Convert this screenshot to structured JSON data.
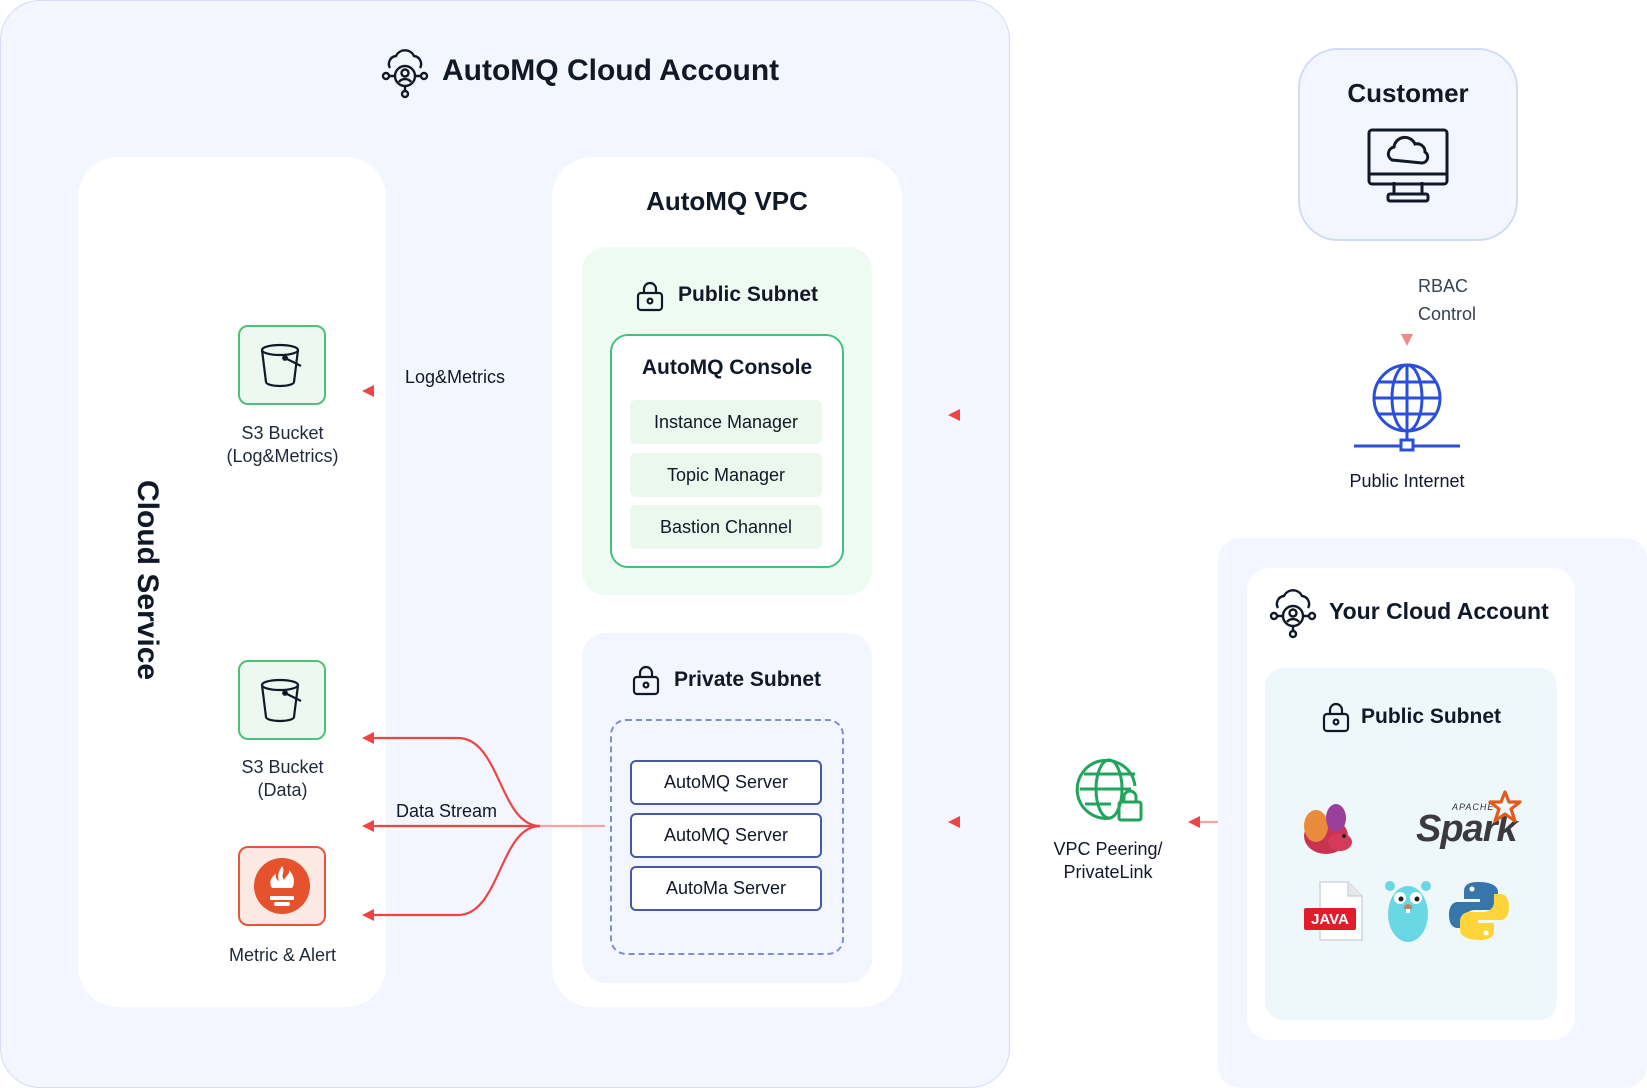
{
  "cloud_account": {
    "title": "AutoMQ Cloud Account",
    "icon": "cloud-account-icon"
  },
  "cloud_service": {
    "title": "Cloud Service",
    "s3_log": {
      "line1": "S3 Bucket",
      "line2": "(Log&Metrics)",
      "icon": "bucket-icon"
    },
    "s3_data": {
      "line1": "S3 Bucket",
      "line2": "(Data)",
      "icon": "bucket-icon"
    },
    "metric": {
      "label": "Metric & Alert",
      "icon": "prometheus-icon"
    }
  },
  "vpc": {
    "title": "AutoMQ VPC",
    "public_subnet": {
      "title": "Public Subnet",
      "console": {
        "title": "AutoMQ Console",
        "items": [
          "Instance Manager",
          "Topic Manager",
          "Bastion Channel"
        ]
      }
    },
    "private_subnet": {
      "title": "Private Subnet",
      "servers": [
        "AutoMQ Server",
        "AutoMQ Server",
        "AutoMa Server"
      ]
    }
  },
  "arrows": {
    "log_metrics": "Log&Metrics",
    "data_stream": "Data Stream",
    "rbac_line1": "RBAC",
    "rbac_line2": "Control"
  },
  "customer": {
    "title": "Customer",
    "icon": "desktop-cloud-icon"
  },
  "public_internet": {
    "label": "Public Internet",
    "icon": "globe-network-icon"
  },
  "vpc_peering": {
    "line1": "VPC Peering/",
    "line2": "PrivateLink",
    "icon": "globe-lock-icon"
  },
  "your_cloud": {
    "title": "Your Cloud Account",
    "subnet_title": "Public Subnet",
    "logos": {
      "flink": "flink-logo",
      "spark_top": "APACHE",
      "spark_name": "Spark",
      "java": "JAVA",
      "go": "go-gopher-logo",
      "python": "python-logo"
    }
  },
  "colors": {
    "accent_red": "#ef4444",
    "green": "#40c27c",
    "navy": "#4659a2",
    "blue": "#2b4fd8"
  }
}
